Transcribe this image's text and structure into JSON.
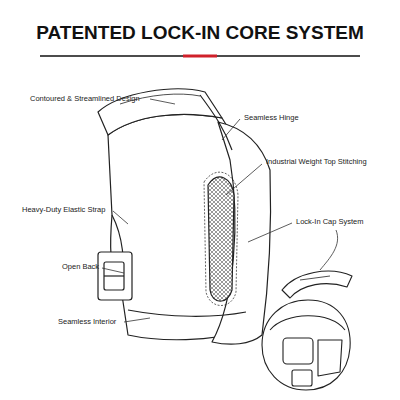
{
  "diagram": {
    "title": "PATENTED LOCK-IN CORE SYSTEM",
    "labels": [
      "Contoured & Streamlined Design",
      "Seamless Hinge",
      "Industrial Weight Top Stitching",
      "Heavy-Duty Elastic Strap",
      "Lock-In Cap System",
      "Open Back",
      "Seamless Interior"
    ]
  }
}
